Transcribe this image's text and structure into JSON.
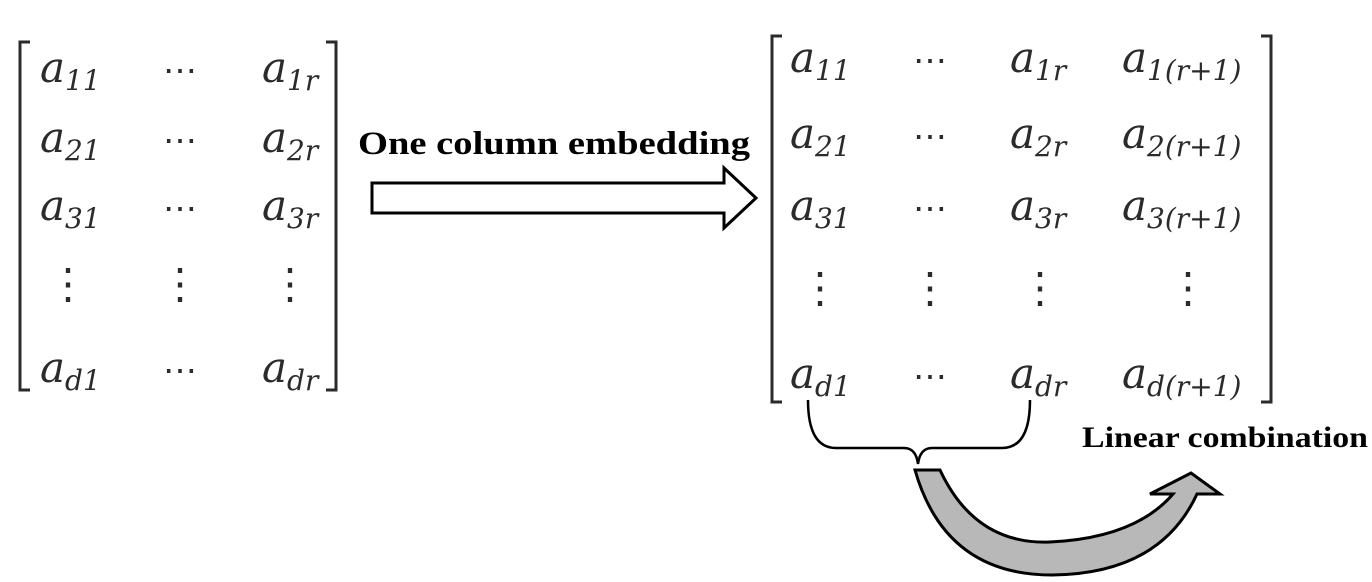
{
  "left_matrix": {
    "rows": [
      [
        {
          "base": "a",
          "sub": "11"
        },
        {
          "sym": "⋯"
        },
        {
          "base": "a",
          "sub": "1r"
        }
      ],
      [
        {
          "base": "a",
          "sub": "21"
        },
        {
          "sym": "⋯"
        },
        {
          "base": "a",
          "sub": "2r"
        }
      ],
      [
        {
          "base": "a",
          "sub": "31"
        },
        {
          "sym": "⋯"
        },
        {
          "base": "a",
          "sub": "3r"
        }
      ],
      [
        {
          "sym": "⋮"
        },
        {
          "sym": "⋮"
        },
        {
          "sym": "⋮"
        }
      ],
      [
        {
          "base": "a",
          "sub": "d1"
        },
        {
          "sym": "⋯"
        },
        {
          "base": "a",
          "sub": "dr"
        }
      ]
    ]
  },
  "right_matrix": {
    "rows": [
      [
        {
          "base": "a",
          "sub": "11"
        },
        {
          "sym": "⋯"
        },
        {
          "base": "a",
          "sub": "1r"
        },
        {
          "base": "a",
          "sub": "1(r+1)"
        }
      ],
      [
        {
          "base": "a",
          "sub": "21"
        },
        {
          "sym": "⋯"
        },
        {
          "base": "a",
          "sub": "2r"
        },
        {
          "base": "a",
          "sub": "2(r+1)"
        }
      ],
      [
        {
          "base": "a",
          "sub": "31"
        },
        {
          "sym": "⋯"
        },
        {
          "base": "a",
          "sub": "3r"
        },
        {
          "base": "a",
          "sub": "3(r+1)"
        }
      ],
      [
        {
          "sym": "⋮"
        },
        {
          "sym": "⋮"
        },
        {
          "sym": "⋮"
        },
        {
          "sym": "⋮"
        }
      ],
      [
        {
          "base": "a",
          "sub": "d1"
        },
        {
          "sym": "⋯"
        },
        {
          "base": "a",
          "sub": "dr"
        },
        {
          "base": "a",
          "sub": "d(r+1)"
        }
      ]
    ]
  },
  "labels": {
    "embedding": "One column embedding",
    "combination": "Linear combination"
  },
  "colors": {
    "text": "#2b2b2b",
    "caption": "#000000",
    "curved_arrow_fill": "#b8b8b8",
    "arrow_stroke": "#000000"
  }
}
